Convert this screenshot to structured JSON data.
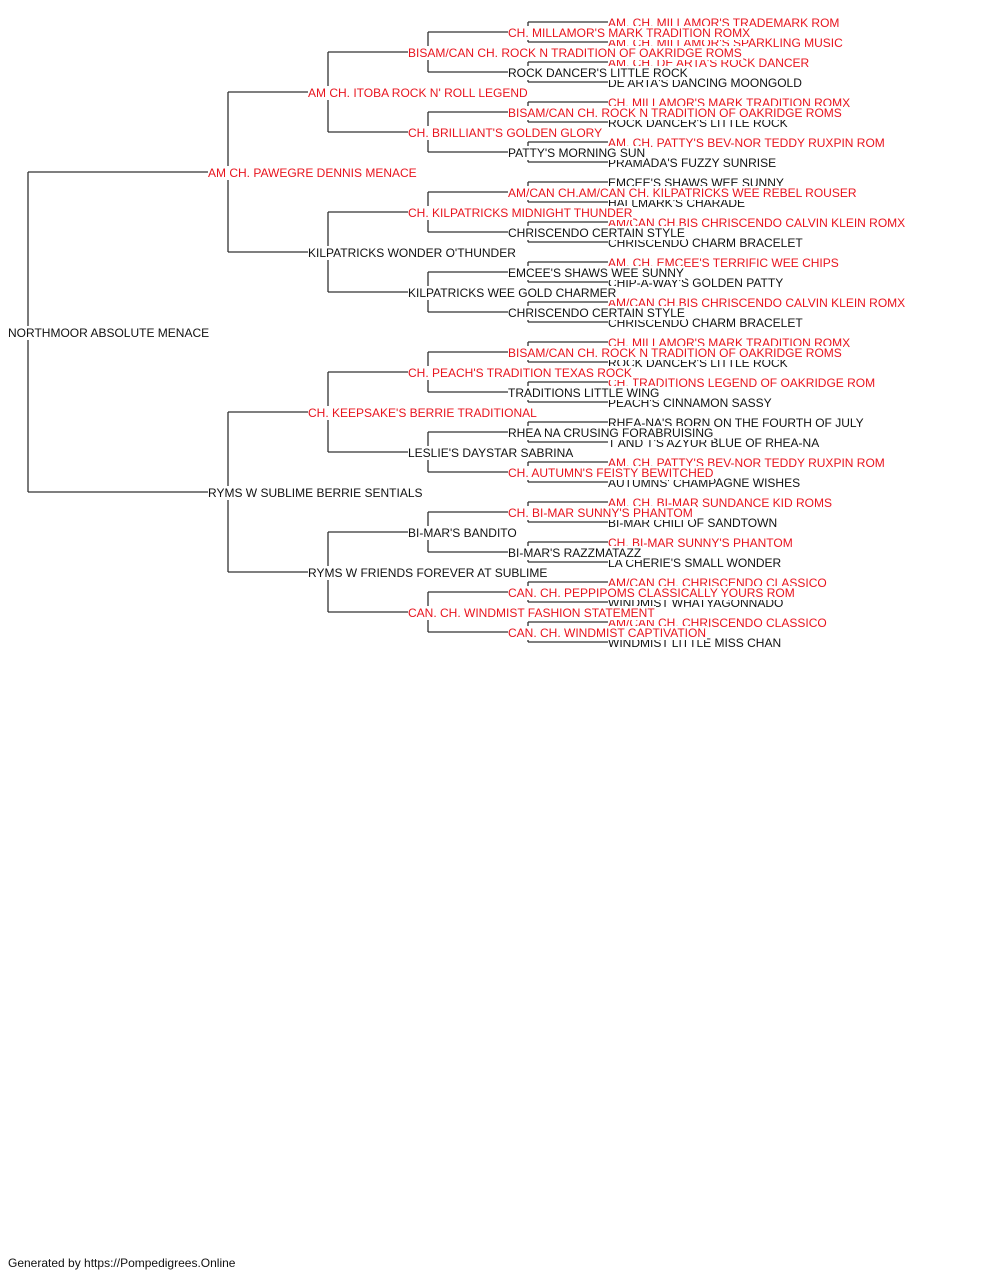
{
  "colors": {
    "champion": "#e8141e",
    "regular": "#111111",
    "connector": "#333333"
  },
  "pedigree": {
    "name": "NORTHMOOR ABSOLUTE MENACE",
    "champion": false,
    "sire": {
      "name": "AM CH. PAWEGRE DENNIS MENACE",
      "champion": true,
      "sire": {
        "name": "AM CH. ITOBA ROCK N' ROLL LEGEND",
        "champion": true,
        "sire": {
          "name": "BISAM/CAN CH. ROCK N TRADITION OF OAKRIDGE ROMS",
          "champion": true,
          "sire": {
            "name": "CH. MILLAMOR'S MARK TRADITION ROMX",
            "champion": true,
            "sire": {
              "name": "AM. CH. MILLAMOR'S TRADEMARK ROM",
              "champion": true
            },
            "dam": {
              "name": "AM. CH. MILLAMOR'S SPARKLING MUSIC",
              "champion": true
            }
          },
          "dam": {
            "name": "ROCK DANCER'S LITTLE ROCK",
            "champion": false,
            "sire": {
              "name": "AM. CH. DE ARTA'S ROCK DANCER",
              "champion": true
            },
            "dam": {
              "name": "DE ARTA'S DANCING MOONGOLD",
              "champion": false
            }
          }
        },
        "dam": {
          "name": "CH. BRILLIANT'S GOLDEN GLORY",
          "champion": true,
          "sire": {
            "name": "BISAM/CAN CH. ROCK N TRADITION OF OAKRIDGE ROMS",
            "champion": true,
            "sire": {
              "name": "CH. MILLAMOR'S MARK TRADITION ROMX",
              "champion": true
            },
            "dam": {
              "name": "ROCK DANCER'S LITTLE ROCK",
              "champion": false
            }
          },
          "dam": {
            "name": "PATTY'S MORNING SUN",
            "champion": false,
            "sire": {
              "name": "AM. CH. PATTY'S BEV-NOR TEDDY RUXPIN ROM",
              "champion": true
            },
            "dam": {
              "name": "PRAMADA'S FUZZY SUNRISE",
              "champion": false
            }
          }
        }
      },
      "dam": {
        "name": "KILPATRICKS WONDER O'THUNDER",
        "champion": false,
        "sire": {
          "name": "CH. KILPATRICKS MIDNIGHT THUNDER",
          "champion": true,
          "sire": {
            "name": "AM/CAN CH.AM/CAN CH. KILPATRICKS WEE REBEL ROUSER",
            "champion": true,
            "sire": {
              "name": "EMCEE'S SHAWS WEE SUNNY",
              "champion": false
            },
            "dam": {
              "name": "HALLMARK'S CHARADE",
              "champion": false
            }
          },
          "dam": {
            "name": "CHRISCENDO CERTAIN STYLE",
            "champion": false,
            "sire": {
              "name": "AM/CAN CH.BIS CHRISCENDO CALVIN KLEIN ROMX",
              "champion": true
            },
            "dam": {
              "name": "CHRISCENDO CHARM BRACELET",
              "champion": false
            }
          }
        },
        "dam": {
          "name": "KILPATRICKS WEE GOLD CHARMER",
          "champion": false,
          "sire": {
            "name": "EMCEE'S SHAWS WEE SUNNY",
            "champion": false,
            "sire": {
              "name": "AM. CH. EMCEE'S TERRIFIC WEE CHIPS",
              "champion": true
            },
            "dam": {
              "name": "CHIP-A-WAY'S GOLDEN PATTY",
              "champion": false
            }
          },
          "dam": {
            "name": "CHRISCENDO CERTAIN STYLE",
            "champion": false,
            "sire": {
              "name": "AM/CAN CH.BIS CHRISCENDO CALVIN KLEIN ROMX",
              "champion": true
            },
            "dam": {
              "name": "CHRISCENDO CHARM BRACELET",
              "champion": false
            }
          }
        }
      }
    },
    "dam": {
      "name": "RYMS W SUBLIME BERRIE SENTIALS",
      "champion": false,
      "sire": {
        "name": "CH. KEEPSAKE'S BERRIE TRADITIONAL",
        "champion": true,
        "sire": {
          "name": "CH. PEACH'S TRADITION TEXAS ROCK",
          "champion": true,
          "sire": {
            "name": "BISAM/CAN CH. ROCK N TRADITION OF OAKRIDGE ROMS",
            "champion": true,
            "sire": {
              "name": "CH. MILLAMOR'S MARK TRADITION ROMX",
              "champion": true
            },
            "dam": {
              "name": "ROCK DANCER'S LITTLE ROCK",
              "champion": false
            }
          },
          "dam": {
            "name": "TRADITIONS LITTLE WING",
            "champion": false,
            "sire": {
              "name": "CH. TRADITIONS LEGEND OF OAKRIDGE ROM",
              "champion": true
            },
            "dam": {
              "name": "PEACH'S CINNAMON SASSY",
              "champion": false
            }
          }
        },
        "dam": {
          "name": "LESLIE'S DAYSTAR SABRINA",
          "champion": false,
          "sire": {
            "name": "RHEA NA CRUSING FORABRUISING",
            "champion": false,
            "sire": {
              "name": "RHEA-NA'S BORN ON THE FOURTH OF JULY",
              "champion": false
            },
            "dam": {
              "name": "T AND T'S AZYUR BLUE OF RHEA-NA",
              "champion": false
            }
          },
          "dam": {
            "name": "CH. AUTUMN'S FEISTY BEWITCHED",
            "champion": true,
            "sire": {
              "name": "AM. CH. PATTY'S BEV-NOR TEDDY RUXPIN ROM",
              "champion": true
            },
            "dam": {
              "name": "AUTUMNS' CHAMPAGNE WISHES",
              "champion": false
            }
          }
        }
      },
      "dam": {
        "name": "RYMS W FRIENDS FOREVER AT SUBLIME",
        "champion": false,
        "sire": {
          "name": "BI-MAR'S BANDITO",
          "champion": false,
          "sire": {
            "name": "CH. BI-MAR SUNNY'S PHANTOM",
            "champion": true,
            "sire": {
              "name": "AM. CH. BI-MAR SUNDANCE KID ROMS",
              "champion": true
            },
            "dam": {
              "name": "BI-MAR CHILI OF SANDTOWN",
              "champion": false
            }
          },
          "dam": {
            "name": "BI-MAR'S RAZZMATAZZ",
            "champion": false,
            "sire": {
              "name": "CH. BI-MAR SUNNY'S PHANTOM",
              "champion": true
            },
            "dam": {
              "name": "LA CHERIE'S SMALL WONDER",
              "champion": false
            }
          }
        },
        "dam": {
          "name": "CAN. CH. WINDMIST FASHION STATEMENT",
          "champion": true,
          "sire": {
            "name": "CAN. CH. PEPPIPOMS CLASSICALLY YOURS ROM",
            "champion": true,
            "sire": {
              "name": "AM/CAN CH. CHRISCENDO CLASSICO",
              "champion": true
            },
            "dam": {
              "name": "WINDMIST WHATYAGONNADO",
              "champion": false
            }
          },
          "dam": {
            "name": "CAN. CH. WINDMIST CAPTIVATION",
            "champion": true,
            "sire": {
              "name": "AM/CAN CH. CHRISCENDO CLASSICO",
              "champion": true
            },
            "dam": {
              "name": "WINDMIST LITTLE MISS CHAN",
              "champion": false
            }
          }
        }
      }
    }
  },
  "footer": "Generated by https://Pompedigrees.Online"
}
